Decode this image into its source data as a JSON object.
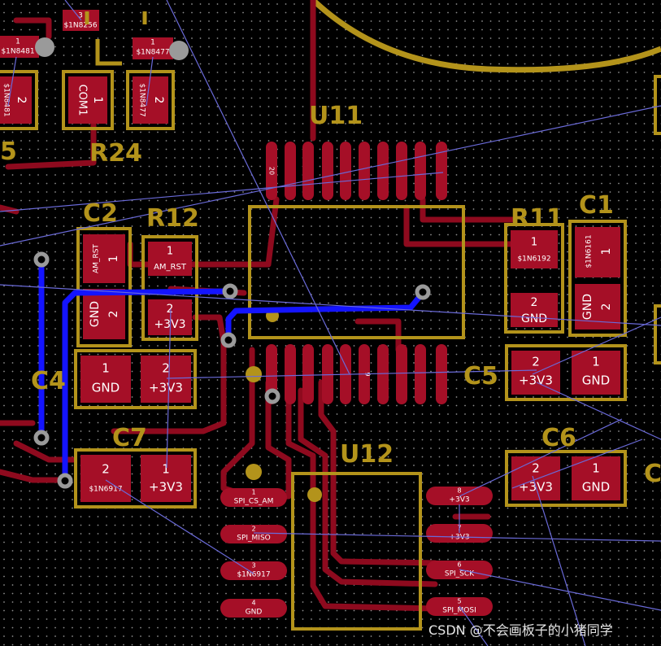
{
  "refs": {
    "u11": "U11",
    "u12": "U12",
    "r24": "R24",
    "c2": "C2",
    "r12": "R12",
    "r11": "R11",
    "c1": "C1",
    "c4": "C4",
    "c5": "C5",
    "c7": "C7",
    "c6": "C6",
    "partial_left": "5",
    "partial_right": "C"
  },
  "pads": {
    "top_left_3": "3",
    "top_left_3_net": "$1N8256",
    "tl_a_1": "1",
    "tl_a_1_net": "$1N8481",
    "tl_b_1": "1",
    "tl_b_1_net": "$1N8477",
    "r_left_2": "2",
    "r_left_net": "$1N8481",
    "com_1": "1",
    "com_net": "COM1",
    "r_right_2": "2",
    "r_right_net": "$1N8477",
    "c2_1": "1",
    "c2_1_net": "AM_RST",
    "c2_2": "2",
    "c2_2_net": "GND",
    "r12_1": "1",
    "r12_1_net": "AM_RST",
    "r12_2": "2",
    "r12_2_net": "+3V3",
    "c4_1": "1",
    "c4_1_net": "GND",
    "c4_2": "2",
    "c4_2_net": "+3V3",
    "c7_2": "2",
    "c7_2_net": "$1N6917",
    "c7_1": "1",
    "c7_1_net": "+3V3",
    "r11_1": "1",
    "r11_1_net": "$1N6192",
    "r11_2": "2",
    "r11_2_net": "GND",
    "c1_1": "1",
    "c1_1_net": "$1N6161",
    "c1_2": "2",
    "c1_2_net": "GND",
    "c5_2": "2",
    "c5_2_net": "+3V3",
    "c5_1": "1",
    "c5_1_net": "GND",
    "c6_2": "2",
    "c6_2_net": "+3V3",
    "c6_1": "1",
    "c6_1_net": "GND",
    "u11_pin20": "20",
    "u11_pin9": "9"
  },
  "u12_pins": [
    {
      "num": "1",
      "net": "SPI_CS_AM"
    },
    {
      "num": "2",
      "net": "SPI_MISO"
    },
    {
      "num": "3",
      "net": "$1N6917"
    },
    {
      "num": "4",
      "net": "GND"
    },
    {
      "num": "8",
      "net": "+3V3"
    },
    {
      "num": "7",
      "net": "+3V3"
    },
    {
      "num": "6",
      "net": "SPI_SCK"
    },
    {
      "num": "5",
      "net": "SPI_MOSI"
    }
  ],
  "watermark": "CSDN @不会画板子的小猪同学",
  "colors": {
    "background": "#000000",
    "copper_top": "#8e0a1e",
    "pad": "#a50f27",
    "silkscreen": "#b3931b",
    "via": "#9a9a9a",
    "ratsnest": "#6a6ad8",
    "bottom_trace": "#1414ff"
  }
}
